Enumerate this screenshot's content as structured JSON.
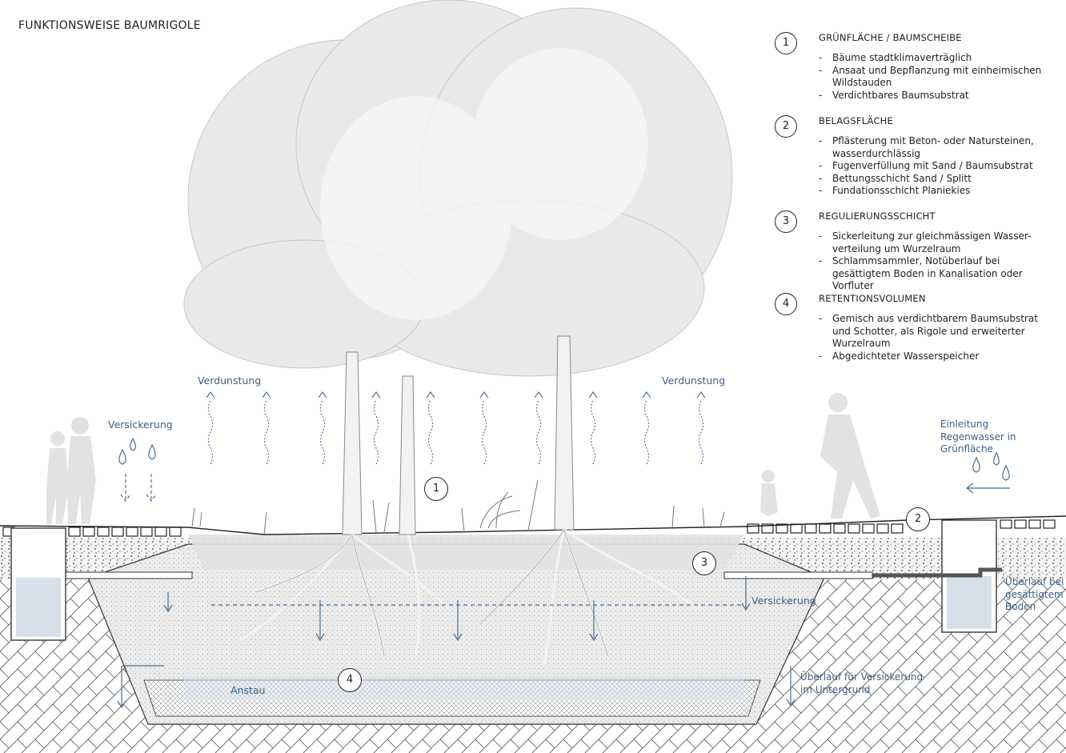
{
  "title": "FUNKTIONSWEISE BAUMRIGOLE",
  "legend": [
    {
      "number": "1",
      "heading": "GRÜNFLÄCHE / BAUMSCHEIBE",
      "items": [
        "Bäume stadtklimaverträglich",
        "Ansaat und Bepflanzung mit einheimischen Wildstauden",
        "Verdichtbares Baumsubstrat"
      ]
    },
    {
      "number": "2",
      "heading": "BELAGSFLÄCHE",
      "items": [
        "Pflästerung mit Beton- oder Natursteinen, wasserdurchlässig",
        "Fugenverfüllung mit Sand / Baumsubstrat",
        "Bettungsschicht Sand / Splitt",
        "Fundationsschicht Planiekies"
      ]
    },
    {
      "number": "3",
      "heading": "REGULIERUNGSSCHICHT",
      "items": [
        "Sickerleitung zur gleichmässigen Wasser-verteilung um Wurzelraum",
        "Schlammsammler, Notüberlauf bei gesättigtem Boden in Kanalisation oder Vorfluter"
      ]
    },
    {
      "number": "4",
      "heading": "RETENTIONSVOLUMEN",
      "items": [
        "Gemisch aus verdichtbarem Baumsubstrat und Schotter, als Rigole und erweiterter Wurzelraum",
        "Abgedichteter Wasserspeicher"
      ]
    }
  ],
  "annotations": {
    "evaporation_left": "Verdunstung",
    "evaporation_right": "Verdunstung",
    "infiltration": "Versickerung",
    "infiltration_right": "Versickerung",
    "rainwater_inflow": "Einleitung Regenwasser in Grünfläche",
    "overflow_saturated": "Überlauf bei gesättigtem Boden",
    "backwater": "Anstau",
    "overflow_subsoil": "Überlauf für Versickerung im Untergrund"
  },
  "markers": [
    "1",
    "2",
    "3",
    "4"
  ],
  "colors": {
    "accent": "#3c5f82",
    "water": "#d5e0ea",
    "ink": "#222222",
    "tree": "#e6e6e6"
  }
}
